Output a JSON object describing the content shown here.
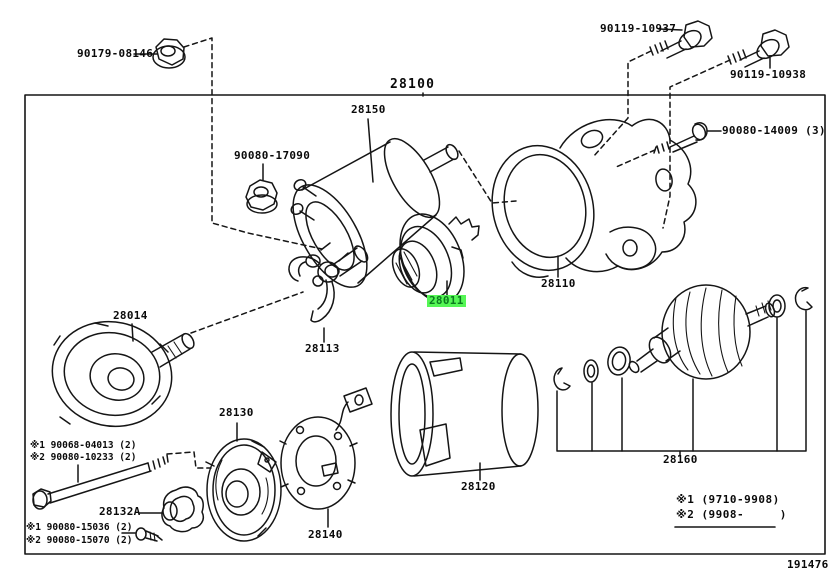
{
  "colors": {
    "highlight_bg": "#55f655",
    "highlight_fg": "#0b7a1f",
    "line": "#151515",
    "background": "#ffffff"
  },
  "assembly": {
    "number": "28100"
  },
  "drawing_number": "191476",
  "highlighted_part": "28011",
  "parts": {
    "flange_nut": "90179-08146",
    "bolt_upper_a": "90119-10937",
    "bolt_upper_b": "90119-10938",
    "terminal_nut": "90080-17090",
    "housing_bolt": "90080-14009 (3)",
    "magnetic_switch": "28150",
    "drive_housing": "28110",
    "clutch_pinion": "28011",
    "shaft_gear": "28014",
    "engagement_lever": "28113",
    "end_frame": "28130",
    "brush_holder": "28140",
    "yoke": "28120",
    "armature": "28160",
    "grommet": "28132A"
  },
  "footnotes": {
    "through_bolt": [
      "※1 90068-04013 (2)",
      "※2 90080-10233 (2)"
    ],
    "screw": [
      "※1 90080-15036 (2)",
      "※2 90080-15070 (2)"
    ]
  },
  "legend": {
    "rows": [
      "※1 (9710-9908)",
      "※2 (9908-     )"
    ]
  }
}
